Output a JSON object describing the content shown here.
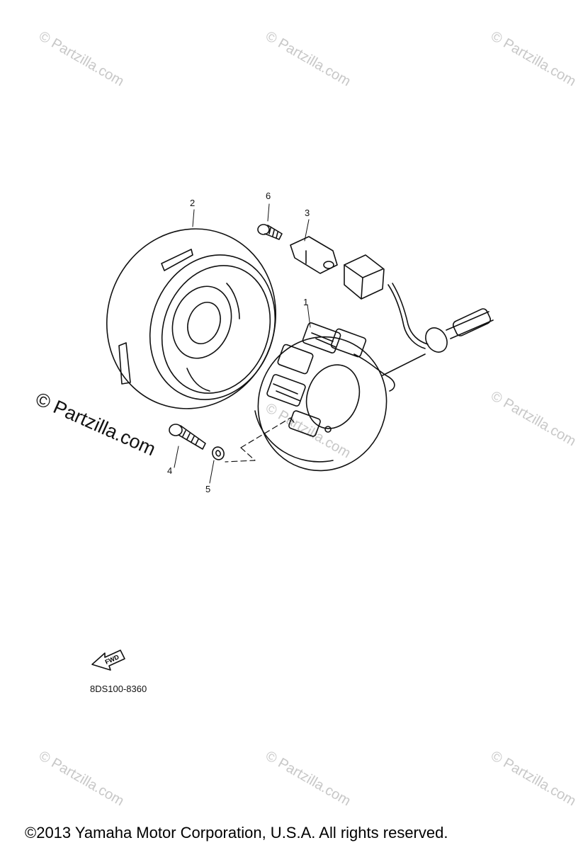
{
  "watermark": {
    "text": "© Partzilla.com",
    "featured_text": "© Partzilla.com",
    "color": "#c8c8c8"
  },
  "callouts": [
    "1",
    "2",
    "3",
    "4",
    "5",
    "6"
  ],
  "fwd_arrow": {
    "label": "FWD"
  },
  "diagram_code": "8DS100-8360",
  "copyright": "©2013  Yamaha Motor Corporation, U.S.A. All rights reserved."
}
